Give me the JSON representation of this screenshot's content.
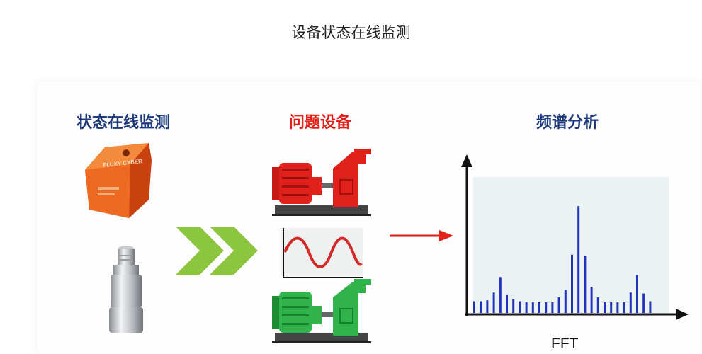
{
  "page_title": "设备状态在线监测",
  "columns": {
    "monitoring": "状态在线监测",
    "problem_equipment": "问题设备",
    "spectrum_analysis": "频谱分析"
  },
  "device": {
    "brand_label": "FLUXY CYBER"
  },
  "fft": {
    "label": "FFT"
  },
  "colors": {
    "title_blue": "#1f3a7a",
    "title_red": "#e0201a",
    "chevron_green": "#8cc63f",
    "pump_red": "#e0201a",
    "pump_green": "#2fb34a",
    "spectrum_bar": "#2233bb",
    "arrow_red": "#e0201a"
  },
  "chart_data": {
    "type": "bar",
    "values": [
      1.2,
      1.2,
      1.3,
      2.1,
      3.7,
      1.9,
      1.4,
      1.2,
      1.1,
      1.1,
      1.1,
      1.1,
      1.1,
      1.6,
      2.4,
      6.0,
      11.0,
      5.9,
      2.7,
      1.6,
      1.1,
      1.1,
      1.1,
      1.1,
      2.1,
      3.9,
      2.0,
      1.2
    ],
    "ylim": [
      0,
      14
    ]
  }
}
